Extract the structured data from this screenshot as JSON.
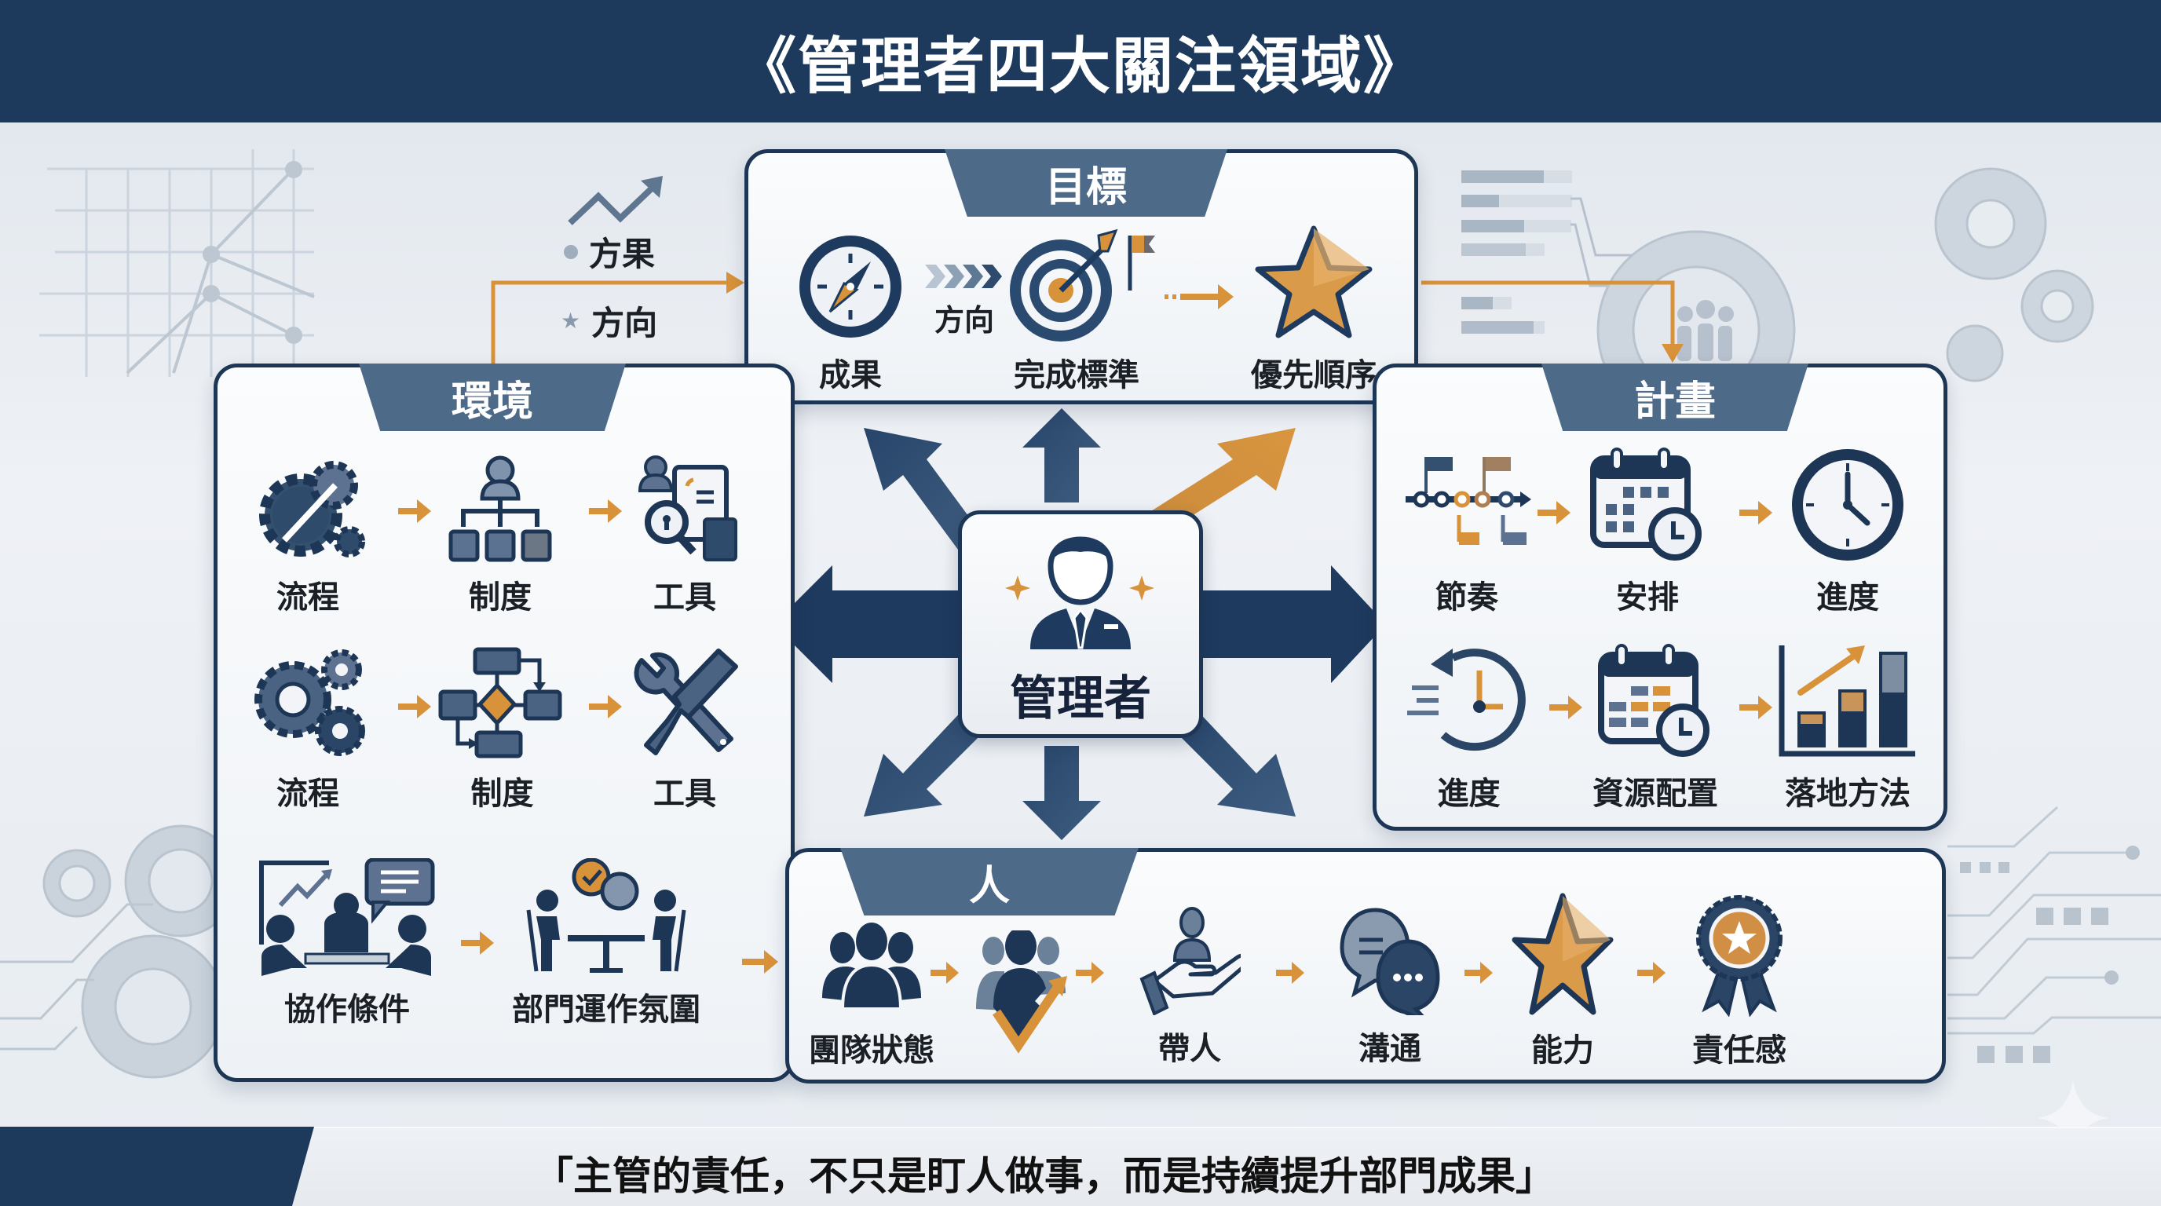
{
  "header": {
    "title": "《管理者四大關注領域》"
  },
  "center": {
    "label": "管理者",
    "icon": "manager-icon"
  },
  "side_notes": {
    "items": [
      {
        "bullet": "dot-icon",
        "label": "方果"
      },
      {
        "bullet": "star-icon",
        "label": "方向"
      }
    ],
    "trend_icon": "trend-up-icon"
  },
  "panels": {
    "goal": {
      "title": "目標",
      "items": [
        {
          "label": "成果",
          "icon": "compass-icon"
        },
        {
          "label": "完成標準",
          "icon": "target-icon"
        },
        {
          "label": "優先順序",
          "icon": "star-icon"
        }
      ],
      "connector_label": "方向"
    },
    "environment": {
      "title": "環境",
      "rows": [
        [
          {
            "label": "流程",
            "icon": "gear-wrench-icon"
          },
          {
            "label": "制度",
            "icon": "org-chart-icon"
          },
          {
            "label": "工具",
            "icon": "document-search-icon"
          }
        ],
        [
          {
            "label": "流程",
            "icon": "gears-icon"
          },
          {
            "label": "制度",
            "icon": "flowchart-icon"
          },
          {
            "label": "工具",
            "icon": "tools-icon"
          }
        ],
        [
          {
            "label": "協作條件",
            "icon": "meeting-icon"
          },
          {
            "label": "部門運作氛圍",
            "icon": "discussion-icon"
          }
        ]
      ]
    },
    "plan": {
      "title": "計畫",
      "rows": [
        [
          {
            "label": "節奏",
            "icon": "timeline-icon"
          },
          {
            "label": "安排",
            "icon": "calendar-clock-icon"
          },
          {
            "label": "進度",
            "icon": "clock-icon"
          }
        ],
        [
          {
            "label": "進度",
            "icon": "history-clock-icon"
          },
          {
            "label": "資源配置",
            "icon": "calendar-resource-icon"
          },
          {
            "label": "落地方法",
            "icon": "bar-chart-icon"
          }
        ]
      ]
    },
    "people": {
      "title": "人",
      "items": [
        {
          "label": "團隊狀態",
          "icon": "team-icon"
        },
        {
          "label": "",
          "icon": "team-growth-icon"
        },
        {
          "label": "帶人",
          "icon": "hand-person-icon"
        },
        {
          "label": "溝通",
          "icon": "chat-icon"
        },
        {
          "label": "能力",
          "icon": "star-icon"
        },
        {
          "label": "責任感",
          "icon": "award-ribbon-icon"
        }
      ]
    }
  },
  "footer": {
    "quote": "「主管的責任，不只是盯人做事，而是持續提升部門成果」"
  },
  "colors": {
    "navy": "#1d3a5c",
    "slate": "#4d6a89",
    "orange": "#d8923a",
    "bg": "#e9edf2"
  }
}
